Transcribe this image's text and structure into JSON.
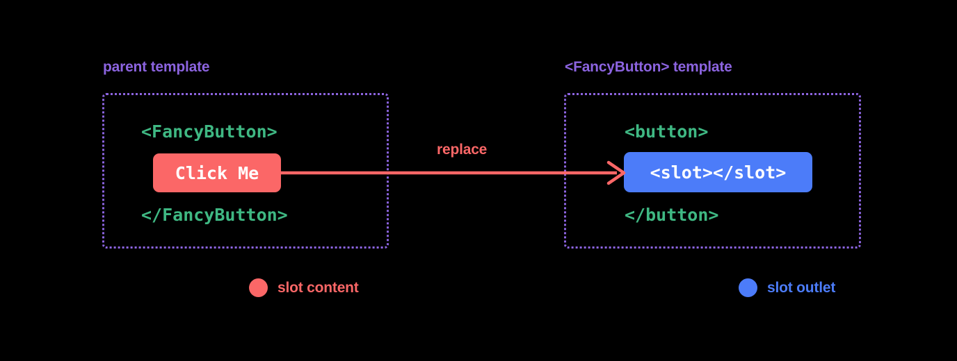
{
  "theme": {
    "background": "#000000",
    "purple": "#8c64e0",
    "green": "#3fb883",
    "red": "#fb6767",
    "blue": "#4c7cf9",
    "white": "#ffffff"
  },
  "panels": {
    "parent": {
      "label": "parent template",
      "open_tag": "<FancyButton>",
      "close_tag": "</FancyButton>",
      "pill_text": "Click Me"
    },
    "fancy": {
      "label": "<FancyButton> template",
      "open_tag": "<button>",
      "close_tag": "</button>",
      "pill_text": "<slot></slot>"
    }
  },
  "arrow": {
    "label": "replace",
    "icon": "arrow-right-icon",
    "color": "#fb6767"
  },
  "legend": [
    {
      "dot": "red-circle-icon",
      "label": "slot content",
      "color": "#fb6767"
    },
    {
      "dot": "blue-circle-icon",
      "label": "slot outlet",
      "color": "#4c7cf9"
    }
  ]
}
